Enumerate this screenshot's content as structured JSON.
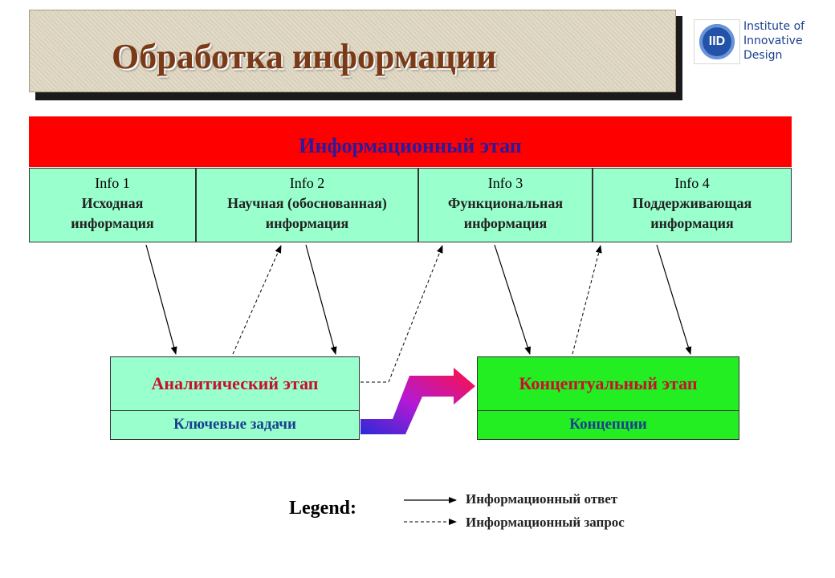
{
  "slide": {
    "title": "Обработка информации",
    "logo": {
      "mark": "IID",
      "text": "Institute of\nInnovative\nDesign"
    }
  },
  "info_stage": {
    "label": "Информационный этап",
    "color": "#ff0000"
  },
  "info_boxes": [
    {
      "id": "Info 1",
      "desc": "Исходная информация"
    },
    {
      "id": "Info 2",
      "desc": "Научная (обоснованная) информация"
    },
    {
      "id": "Info 3",
      "desc": "Функциональная информация"
    },
    {
      "id": "Info 4",
      "desc": "Поддерживающая информация"
    }
  ],
  "analytic_stage": {
    "title": "Аналитический этап",
    "subtitle": "Ключевые задачи"
  },
  "concept_stage": {
    "title": "Концептуальный этап",
    "subtitle": "Концепции"
  },
  "legend": {
    "title": "Legend:",
    "response": "Информационный ответ",
    "request": "Информационный запрос"
  },
  "colors": {
    "info_box": "#99ffcc",
    "analytic": "#99ffcc",
    "concept": "#22ee22",
    "stage_title": "#c8102e",
    "subtitle": "#1a3f8f"
  }
}
